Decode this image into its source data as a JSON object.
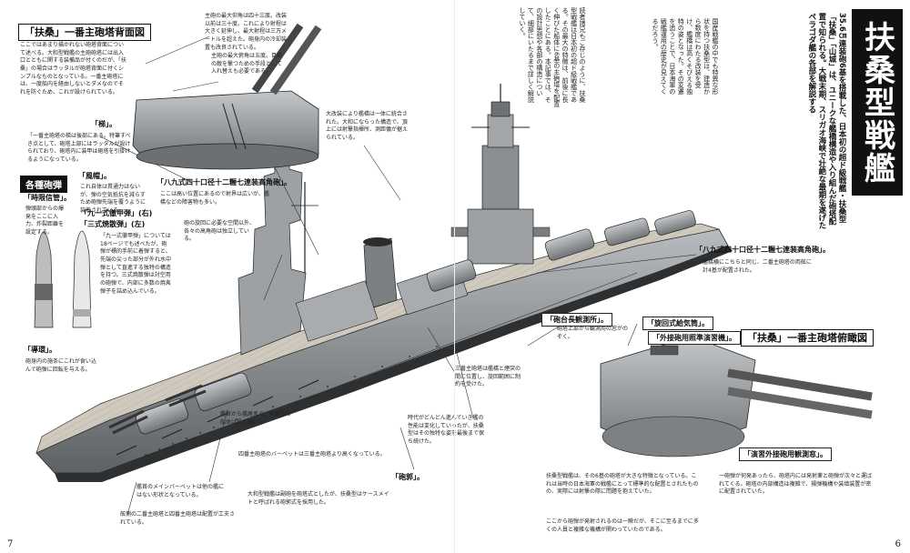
{
  "title": "扶桑型戦艦",
  "lead": "35.6㎝連装砲6基を搭載した、日本初の超ド級戦艦・扶桑型「扶桑」「山城」は、ユニークな艦橋構造や入り組んだ砲塔配置で知られる。大戦末期、スリガオ海峡で壮絶な最期を遂げたペラゴダ艦の各部を解説する",
  "intro_text": "読者諸兄もご存じのように、扶桑型戦艦は日本初の超ド級戦艦である。その最大の特徴は、前後に長く伸びた船体に6基の主砲塔を配置したことにある。本記事では、その設計思想や各部の構造について、細部にいたるまで詳しく解説していく。",
  "intro_text2": "国産戦艦の中でも特異な形状を持つ扶桑型は、建造から数度にわたる改装を受け、艦橋は高くそびえる独特の姿となった。その変遷を追うことで、日本海軍の戦艦運用の歴史が見えてくるだろう。",
  "sections": {
    "turret_back": {
      "title": "「扶桑」一番主砲塔背面図",
      "text": "ここではあまり描かれない砲塔背面について述べる。大和型戦艦の主砲砲塔には出入口とともに関する装備品が付くのだが、「扶桑」の場合はラッタルが砲塔背面に付くシンプルなものとなっている。一番主砲塔には、一度船内を経由しないとダメなのでそれを防ぐため、これが設けられている。",
      "ladder_label": "「梯」。",
      "ladder_text": "「一番主砲塔の梯は後部にある。特筆すべき点として、砲塔上部にはラッタルが設けられており、砲塔内に装甲は砲塔を引掛けるようになっている。"
    },
    "callout_range": "主砲の最大仰角は四十三度。改装以前は三十度。これにより射程は大きく延伸し、最大射程は三万メートルを超えた。砲身内の冷却装置も改良されている。",
    "callout_rangefinder": "主砲の最大俯角は五度。目前の敵を撃つための手段として入れ替えも必要である。",
    "shells": {
      "title": "各種砲弾",
      "fuse_label": "「時限信管」。",
      "fuse_text": "弾頭部からの爆発をここに入力、炸裂距離を設定する。",
      "windshield_label": "「風帽」。",
      "windshield_text": "これ自体は貫通力はないが、弾の空気抵抗を減らすため砲弾先端を覆うように装着されている。",
      "ap_label": "「九一式徹甲弾」(右)",
      "he_label": "「三式焼散弾」(左)",
      "ap_text": "「九一式徹甲弾」については18ページでも述べたが、砲弾が標的手前に着弾すると、先端の尖った部分が外れ水中弾として直進する独特の構造を持つ。三式焼散弾は対空用の砲弾で、内部に多数の焼夷弾子を詰め込んでいる。",
      "band_label": "「導環」。",
      "band_text": "砲身内の施条にこれが食い込んで砲弾に回転を与える。"
    },
    "aa_gun_label": "「八九式四十口径十二糎七連装高角砲」。",
    "aa_gun_text": "ここは高い位置にあるので射界は広いが、艦橋などの障害物も多い。",
    "bridge_text": "大改装により艦橋は一体に統合された。大和にならった構造で、頂上には射撃指揮所、測距儀が据えられている。",
    "director_text": "砲の旋回に必要な空間以外、各々の高角砲は独立している。",
    "aa_gun2_label": "「八九式四十口径十二糎七連装高角砲」。",
    "aa_gun2_text": "艦橋横にこちらと同じ、二番主砲塔の両舷に計4基が配置された。",
    "director_label": "「砲台長観測所」。",
    "director_label_text": "砲塔上部から観測用の窓がのぞく。",
    "rotating_label": "「旋回式給気筒」。",
    "practice_label": "「外接砲用照準演習機」。",
    "turret_top": {
      "title": "「扶桑」一番主砲塔俯瞰図",
      "obs_label": "「演習外接砲用観測窓」。"
    },
    "hull_note": "艦首から艦尾まで、扶桑型の船体は長く細い。",
    "turret3_text": "三番主砲塔は艦橋と煙突の間に位置し、旋回範囲に制約を受けた。",
    "era_text": "時代がどんどん進んでいき艦の性能は変化していったが、扶桑型はその独特な姿を最後まで保ち続けた。",
    "gun_label": "「砲郭」。",
    "gun_text": "大和型戦艦は副砲を砲塔式としたが、扶桑型はケースメイトと呼ばれる砲郭式を採用した。",
    "bow_note": "艦首のメインバーベットは他の艦にはない形状となっている。",
    "bottom_text": "四番主砲塔のバーベットは三番主砲塔より高くなっている。",
    "bottom_text2": "舷側の二番主砲塔と四番主砲塔は配置が工夫されている。",
    "right_bottom_1": "扶桑型戦艦は、その6基の砲塔が大きな特徴となっている。これは当時の日本海軍の戦艦にとって標準的な配置とされたものの、実際には射撃の際に問題を抱えていた。",
    "right_bottom_2": "一砲弾が何発あったら、砲塔内には発射薬と砲弾が次々と運ばれてくる。砲塔の内部構造は複雑で、揚弾機構や装填装置が密に配置されていた。",
    "right_bottom_3": "ここから砲弾が発射されるのは一瞬だが、そこに至るまでに多くの人員と複雑な機構が関わっていたのである。"
  },
  "page_left": "7",
  "page_right": "6",
  "colors": {
    "accent": "#111111",
    "paper": "#ffffff",
    "ship_gray": "#8f9396",
    "deck": "#c7c3b8"
  }
}
